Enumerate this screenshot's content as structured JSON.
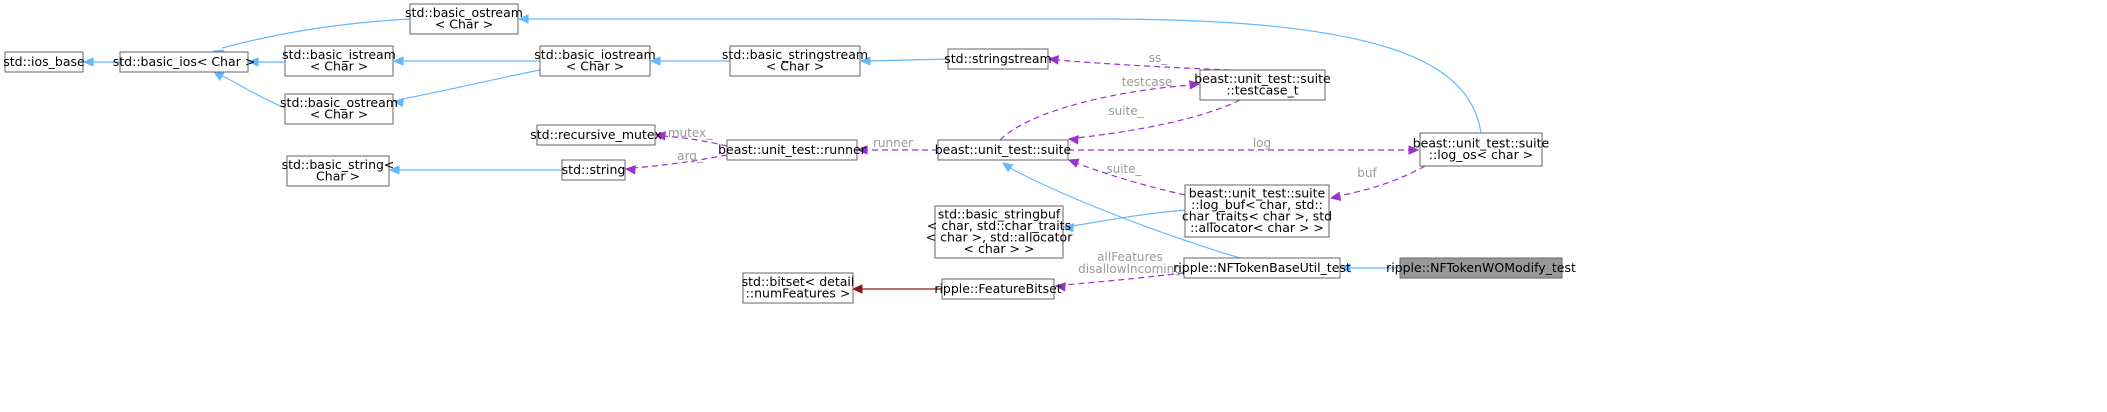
{
  "diagram": {
    "nodes": [
      {
        "id": "ios_base",
        "lines": [
          "std::ios_base"
        ]
      },
      {
        "id": "basic_ios",
        "lines": [
          "std::basic_ios< Char >"
        ]
      },
      {
        "id": "ostream_top",
        "lines": [
          "std::basic_ostream",
          "< Char >"
        ]
      },
      {
        "id": "istream",
        "lines": [
          "std::basic_istream",
          "< Char >"
        ]
      },
      {
        "id": "ostream_mid",
        "lines": [
          "std::basic_ostream",
          "< Char >"
        ]
      },
      {
        "id": "iostream",
        "lines": [
          "std::basic_iostream",
          "< Char >"
        ]
      },
      {
        "id": "stringstream_b",
        "lines": [
          "std::basic_stringstream",
          "< Char >"
        ]
      },
      {
        "id": "stringstream",
        "lines": [
          "std::stringstream"
        ]
      },
      {
        "id": "testcase",
        "lines": [
          "beast::unit_test::suite",
          "::testcase_t"
        ]
      },
      {
        "id": "recursive_mutex",
        "lines": [
          "std::recursive_mutex"
        ]
      },
      {
        "id": "runner",
        "lines": [
          "beast::unit_test::runner"
        ]
      },
      {
        "id": "suite",
        "lines": [
          "beast::unit_test::suite"
        ]
      },
      {
        "id": "log_os",
        "lines": [
          "beast::unit_test::suite",
          "::log_os< char >"
        ]
      },
      {
        "id": "basic_string",
        "lines": [
          "std::basic_string<",
          "Char >"
        ]
      },
      {
        "id": "string",
        "lines": [
          "std::string"
        ]
      },
      {
        "id": "log_buf",
        "lines": [
          "beast::unit_test::suite",
          "::log_buf< char, std::",
          "char_traits< char >, std",
          "::allocator< char > >"
        ]
      },
      {
        "id": "stringbuf",
        "lines": [
          "std::basic_stringbuf",
          "< char, std::char_traits",
          "< char >, std::allocator",
          "< char > >"
        ]
      },
      {
        "id": "nftbase",
        "lines": [
          "ripple::NFTokenBaseUtil_test"
        ]
      },
      {
        "id": "nftwo",
        "lines": [
          "ripple::NFTokenWOModify_test"
        ]
      },
      {
        "id": "bitset",
        "lines": [
          "std::bitset< detail",
          "::numFeatures >"
        ]
      },
      {
        "id": "featurebitset",
        "lines": [
          "ripple::FeatureBitset"
        ]
      }
    ],
    "edges": [
      {
        "from": "basic_ios",
        "to": "ios_base",
        "kind": "inherit"
      },
      {
        "from": "ostream_top",
        "to": "basic_ios",
        "kind": "inherit"
      },
      {
        "from": "istream",
        "to": "basic_ios",
        "kind": "inherit"
      },
      {
        "from": "ostream_mid",
        "to": "basic_ios",
        "kind": "inherit"
      },
      {
        "from": "iostream",
        "to": "istream",
        "kind": "inherit"
      },
      {
        "from": "iostream",
        "to": "ostream_mid",
        "kind": "inherit"
      },
      {
        "from": "stringstream_b",
        "to": "iostream",
        "kind": "inherit"
      },
      {
        "from": "stringstream",
        "to": "stringstream_b",
        "kind": "inherit"
      },
      {
        "from": "log_os",
        "to": "ostream_top",
        "kind": "inherit"
      },
      {
        "from": "basic_string",
        "to": "string",
        "kind": "inherit"
      },
      {
        "from": "log_buf",
        "to": "stringbuf",
        "kind": "inherit"
      },
      {
        "from": "nftbase",
        "to": "suite",
        "kind": "inherit"
      },
      {
        "from": "nftwo",
        "to": "nftbase",
        "kind": "inherit"
      },
      {
        "from": "testcase",
        "to": "stringstream",
        "kind": "usage",
        "label": "ss_"
      },
      {
        "from": "suite",
        "to": "testcase",
        "kind": "usage",
        "label": "testcase"
      },
      {
        "from": "testcase",
        "to": "suite",
        "kind": "usage",
        "label": "suite_"
      },
      {
        "from": "runner",
        "to": "recursive_mutex",
        "kind": "usage",
        "label": "mutex_"
      },
      {
        "from": "runner",
        "to": "string",
        "kind": "usage",
        "label": "arg_"
      },
      {
        "from": "suite",
        "to": "runner",
        "kind": "usage",
        "label": "runner_"
      },
      {
        "from": "suite",
        "to": "log_os",
        "kind": "usage",
        "label": "log"
      },
      {
        "from": "log_buf",
        "to": "suite",
        "kind": "usage",
        "label": "suite_"
      },
      {
        "from": "log_os",
        "to": "log_buf",
        "kind": "usage",
        "label": "buf"
      },
      {
        "from": "nftbase",
        "to": "featurebitset",
        "kind": "usage",
        "label": "allFeatures\ndisallowIncoming"
      },
      {
        "from": "featurebitset",
        "to": "bitset",
        "kind": "private"
      }
    ]
  },
  "colors": {
    "inherit_edge": "#63b8ff",
    "usage_edge": "#9a32cd",
    "private_edge": "#8b1a1a",
    "highlight_fill": "#999999"
  }
}
